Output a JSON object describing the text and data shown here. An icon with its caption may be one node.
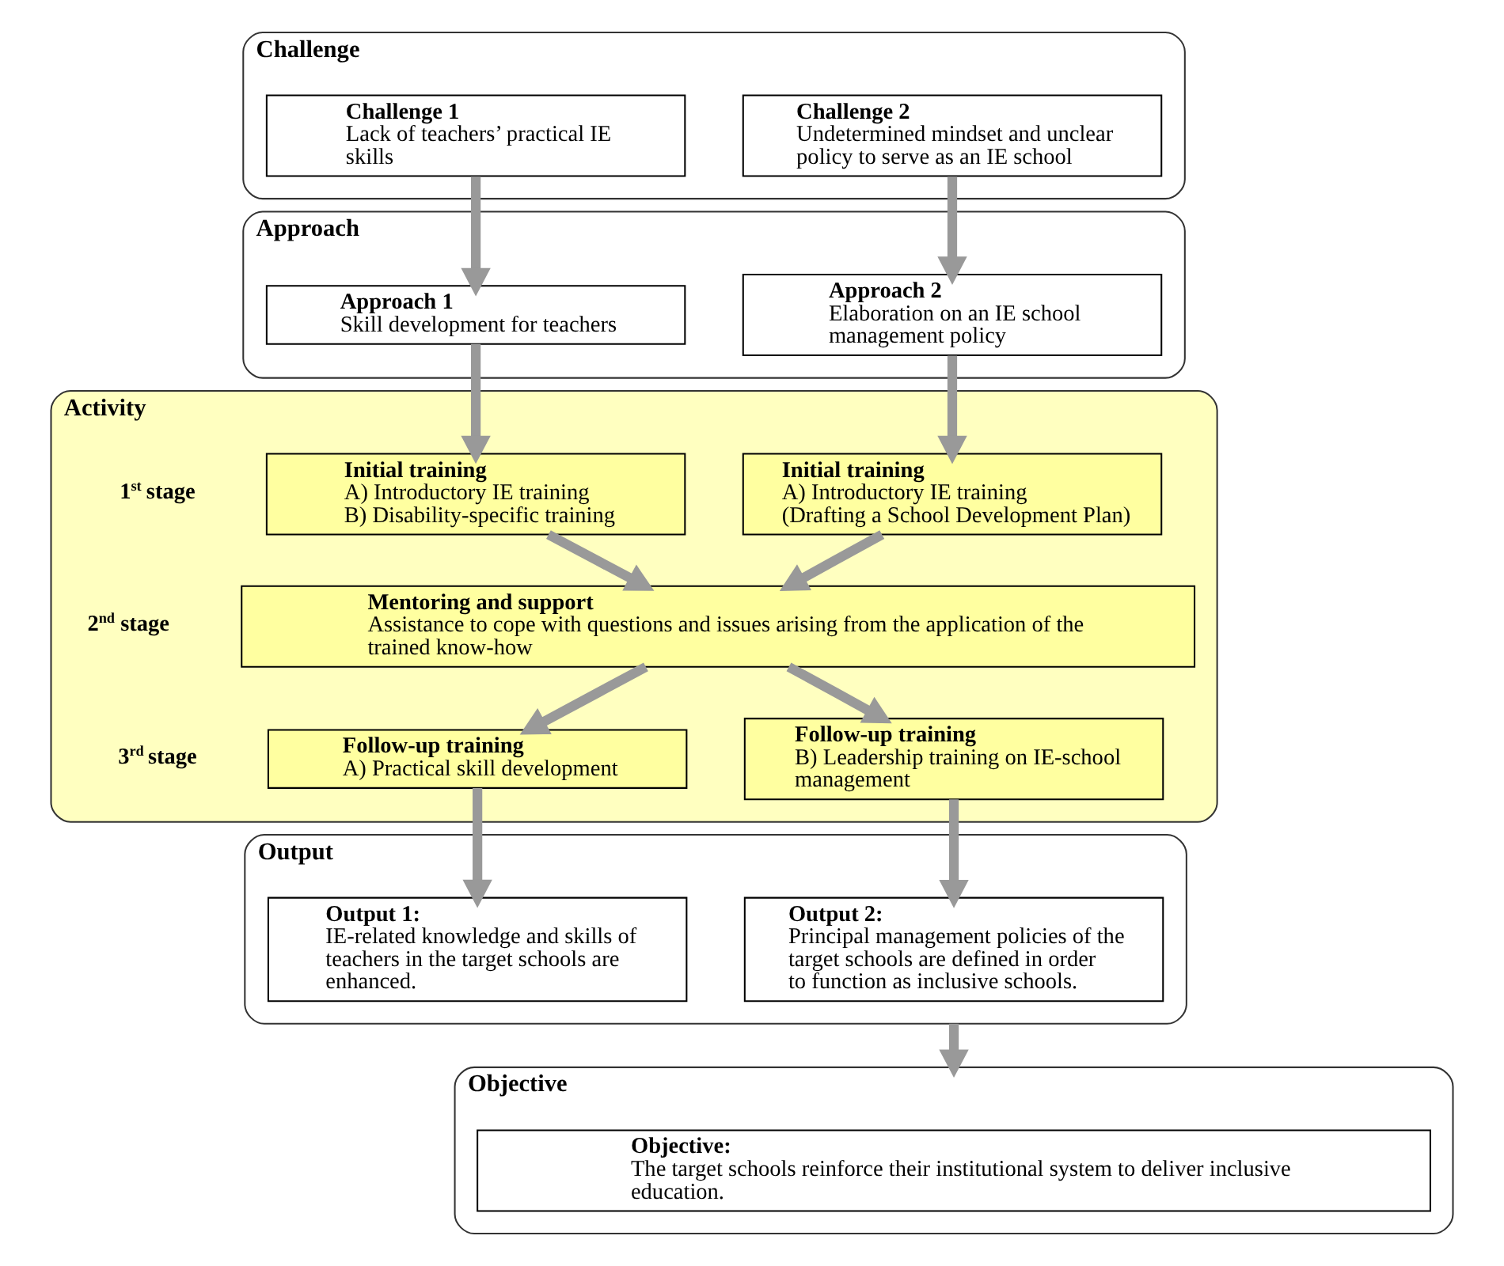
{
  "diagram": {
    "nodes": [
      {
        "text": [
          "Challenge"
        ]
      },
      {
        "text": [
          "Challenge 1",
          "Lack of teachers’ practical IE skills"
        ],
        "in": 0
      },
      {
        "text": [
          "Challenge 2",
          "Undetermined mindset and unclear policy to serve as an IE school"
        ],
        "in": 0
      },
      {
        "text": [
          "Approach"
        ]
      },
      {
        "text": [
          "Approach 1",
          "Skill development for teachers"
        ],
        "in": 3
      },
      {
        "text": [
          "Approach 2",
          "Elaboration on an IE school management policy"
        ],
        "in": 3
      },
      {
        "text": [
          "Activity"
        ]
      },
      {
        "text": [
          "Initial training",
          "A) Introductory IE training",
          "B) Disability-specific training"
        ],
        "in": 6
      },
      {
        "text": [
          "Initial training",
          "A) Introductory IE training (Drafting a School Development Plan)"
        ],
        "in": 6
      },
      {
        "text": [
          "Mentoring and support",
          "Assistance to cope with questions and issues arising from the application of the trained know-how"
        ],
        "in": 6
      },
      {
        "text": [
          "Follow-up training",
          "A) Practical skill development"
        ],
        "in": 6
      },
      {
        "text": [
          "Follow-up training",
          "B) Leadership training on IE-school management"
        ],
        "in": 6
      },
      {
        "text": [
          "Output"
        ]
      },
      {
        "text": [
          "Output 1:",
          "IE-related knowledge and skills of teachers in the target schools are enhanced."
        ],
        "in": 12
      },
      {
        "text": [
          "Output 2:",
          "Principal management policies of the target schools are defined in order to function as inclusive schools."
        ],
        "in": 12
      },
      {
        "text": [
          "Objective"
        ]
      },
      {
        "text": [
          "Objective:",
          "The target schools reinforce their institutional system to deliver inclusive education."
        ],
        "in": 15
      }
    ],
    "edges": [
      {
        "from": 1,
        "to": 4,
        "arrow": "to"
      },
      {
        "from": 2,
        "to": 5,
        "arrow": "to"
      },
      {
        "from": 4,
        "to": 7,
        "arrow": "to"
      },
      {
        "from": 5,
        "to": 8,
        "arrow": "to"
      },
      {
        "from": 7,
        "to": 9,
        "arrow": "to"
      },
      {
        "from": 8,
        "to": 9,
        "arrow": "to"
      },
      {
        "from": 9,
        "to": 10,
        "arrow": "to"
      },
      {
        "from": 9,
        "to": 11,
        "arrow": "to"
      },
      {
        "from": 10,
        "to": 13,
        "arrow": "to"
      },
      {
        "from": 11,
        "to": 14,
        "arrow": "to"
      },
      {
        "from": 12,
        "to": 15,
        "arrow": "to"
      }
    ],
    "labels": [
      "1$^{st}$ stage",
      "2$^{nd}$ stage",
      "3$^{rd}$ stage"
    ]
  }
}
